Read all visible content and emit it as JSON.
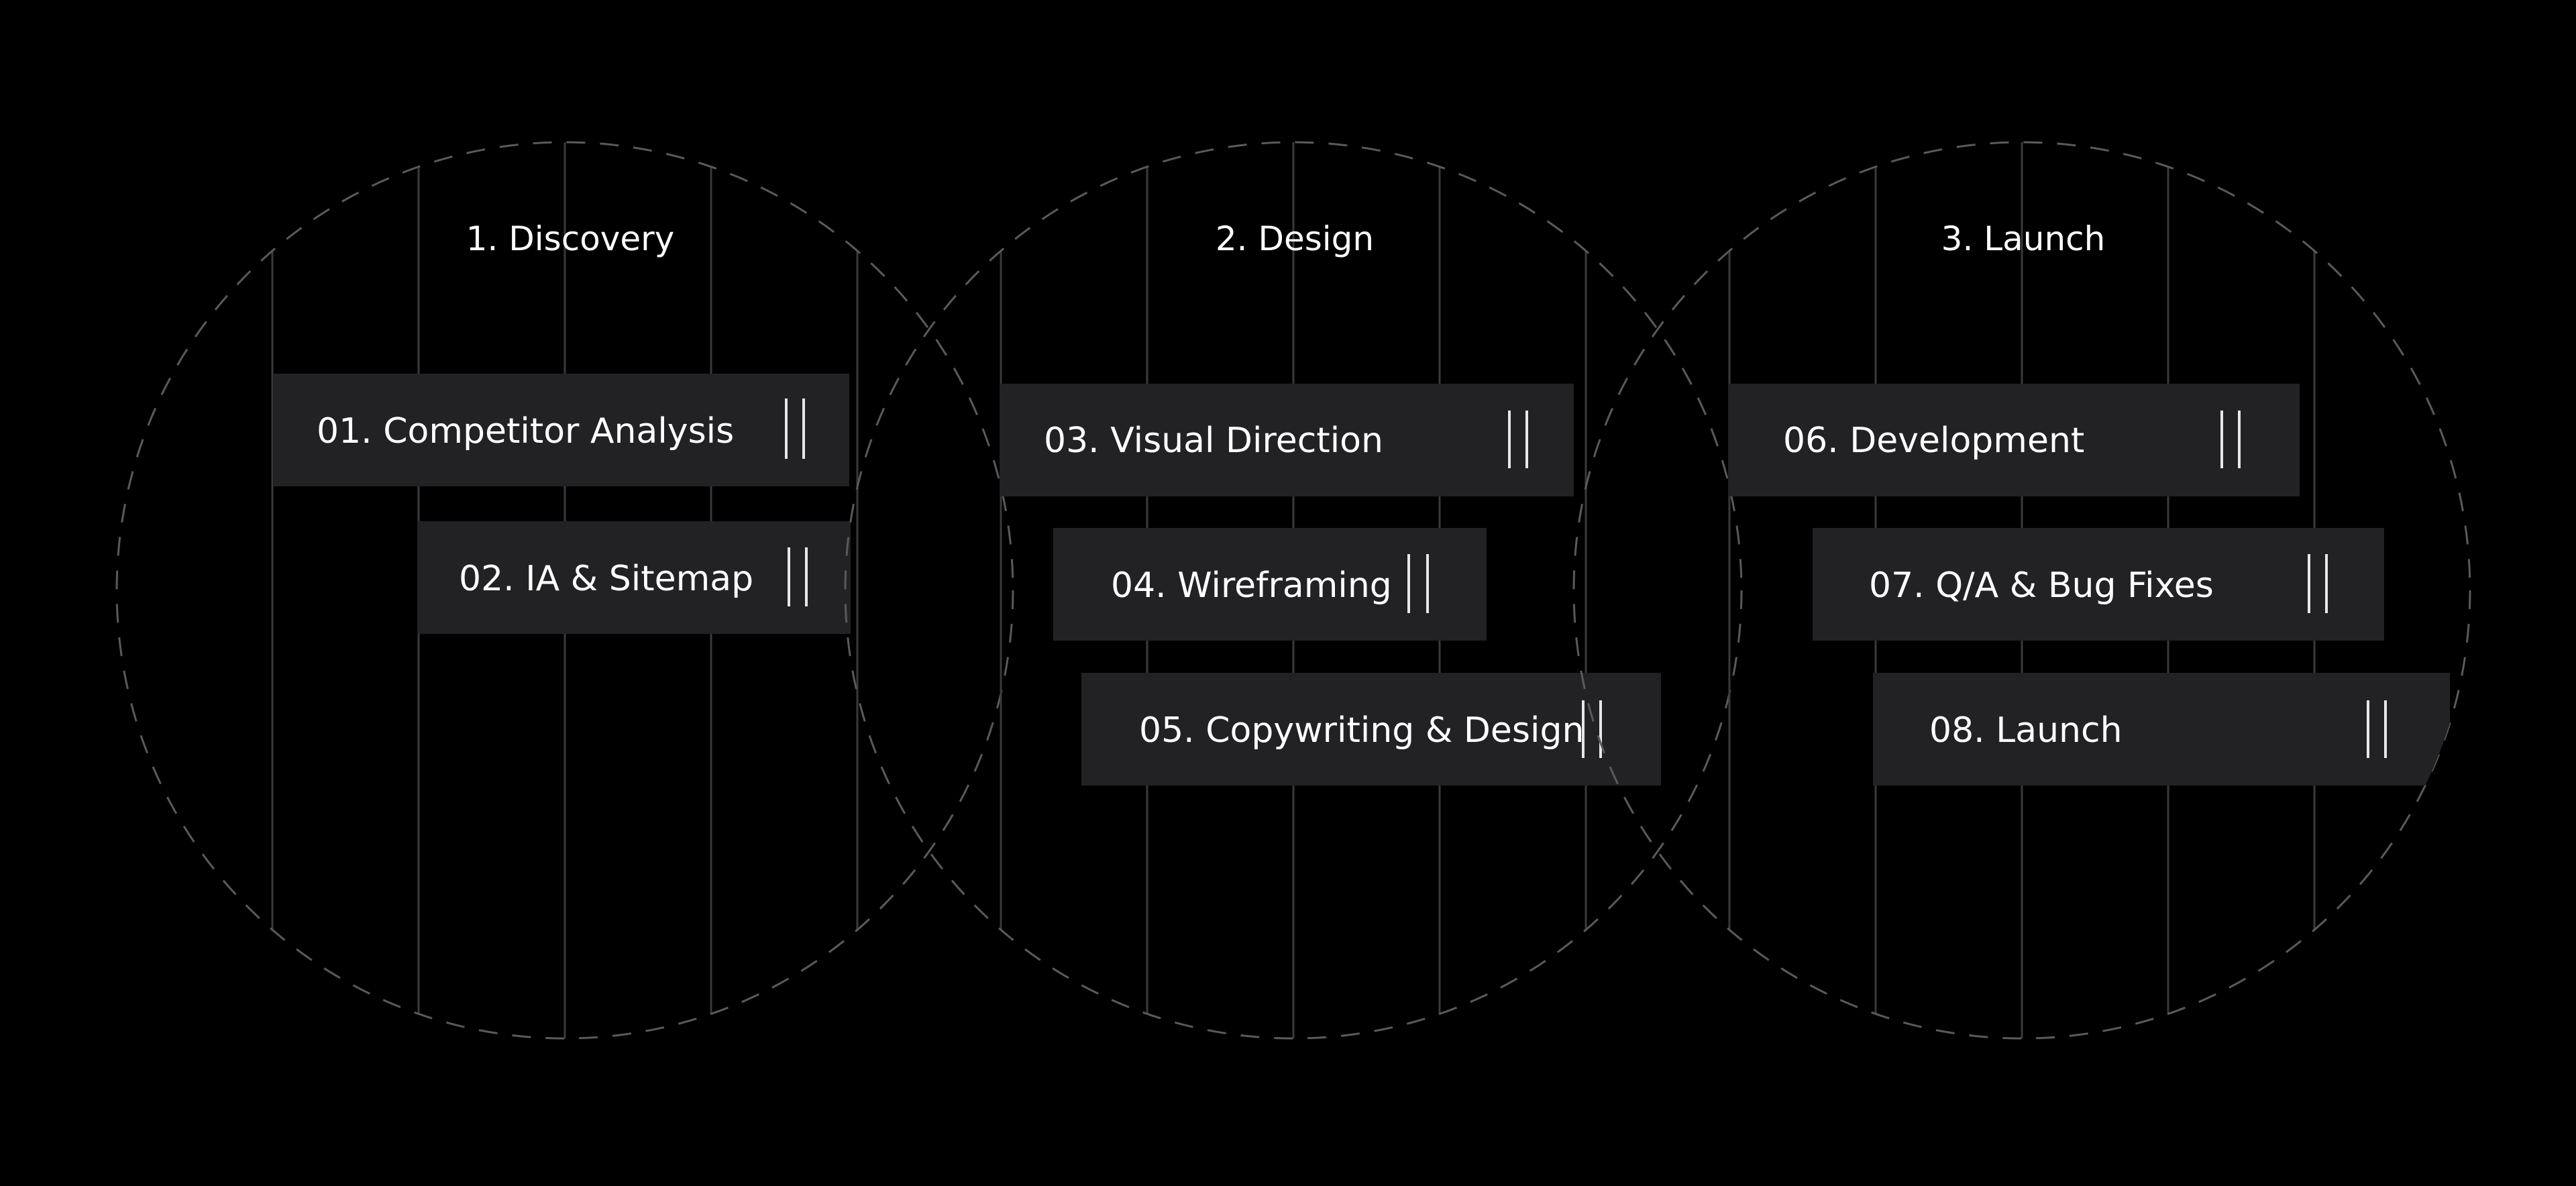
{
  "phases": [
    {
      "title": "1. Discovery",
      "tasks": [
        {
          "label": "01. Competitor Analysis"
        },
        {
          "label": "02. IA & Sitemap"
        }
      ]
    },
    {
      "title": "2. Design",
      "tasks": [
        {
          "label": "03. Visual Direction"
        },
        {
          "label": "04. Wireframing"
        },
        {
          "label": "05. Copywriting & Design"
        }
      ]
    },
    {
      "title": "3. Launch",
      "tasks": [
        {
          "label": "06. Development"
        },
        {
          "label": "07.  Q/A & Bug Fixes"
        },
        {
          "label": "08. Launch"
        }
      ]
    }
  ],
  "colors": {
    "background": "#000000",
    "task_box": "#222224",
    "text": "#ffffff",
    "circle_stroke": "#5a5a5c",
    "grid_line": "#3a3a3c"
  },
  "icons": {
    "task_handle": "drag-handle-icon"
  }
}
